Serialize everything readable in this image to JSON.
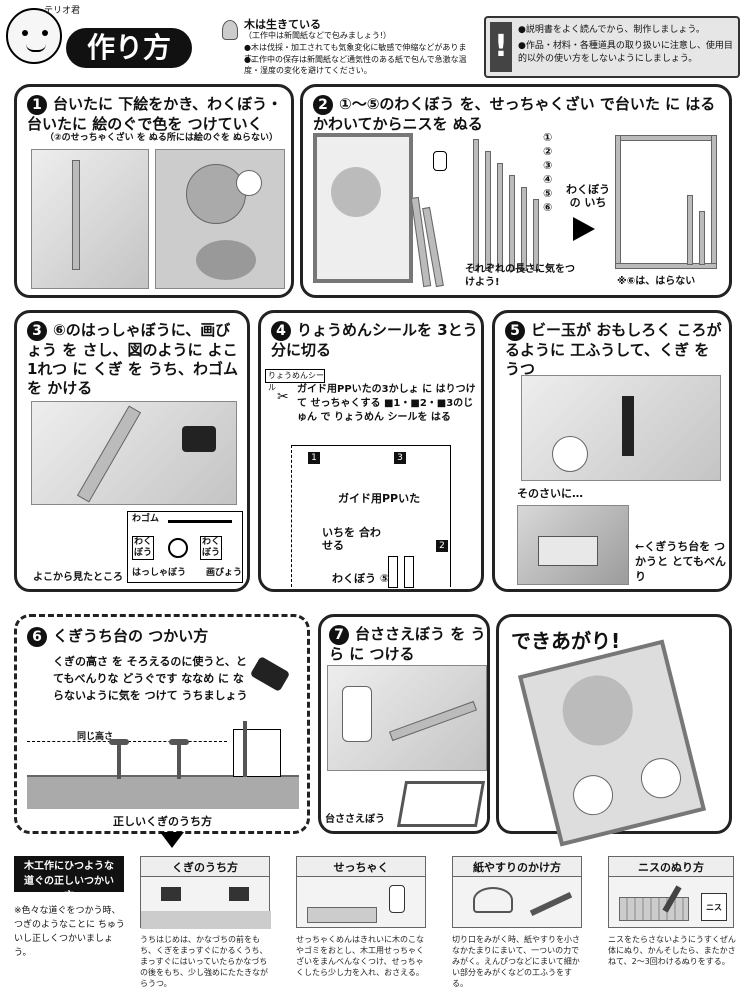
{
  "header": {
    "brand_tag": "テリオ君",
    "title": "作り方",
    "wood_title": "木は生きている",
    "wood_lines": [
      "（工作中は新聞紙などで包みましょう!）",
      "●木は伐採・加工されても気象変化に敏感で伸縮などがあります。",
      "●工作中の保存は新聞紙など通気性のある紙で包んで急激な温度・湿度の変化を避けてください。"
    ],
    "warning_lines": [
      "●説明書をよく読んでから、制作しましょう。",
      "●作品・材料・各種道具の取り扱いに注意し、使用目的以外の使い方をしないようにしましょう。"
    ]
  },
  "step1": {
    "num": "1",
    "title": "台いたに 下絵をかき、わくぼう・台いたに 絵のぐで色を つけていく",
    "note": "（②のせっちゃくざい を ぬる所には絵のぐを ぬらない）"
  },
  "step2": {
    "num": "2",
    "title": "①〜⑤のわくぼう を、せっちゃくざい で台いた に はる かわいてからニスを ぬる",
    "stick_labels": [
      "①",
      "②",
      "③",
      "④",
      "⑤",
      "⑥"
    ],
    "length_note": "それぞれの長さに気をつけよう!",
    "position_label": "わくぼう の いち",
    "footnote": "※⑥は、はらない"
  },
  "step3": {
    "num": "3",
    "title": "⑥のはっしゃぼうに、画びょう を さし、図のように よこ1れつ に くぎ を うち、わゴムを かける",
    "view_label": "よこから見たところ",
    "rubber_label": "わゴム",
    "frame_label": "わくぼう",
    "launcher_label": "はっしゃぼう",
    "pin_label": "画びょう"
  },
  "step4": {
    "num": "4",
    "title": "りょうめんシールを 3とう分に切る",
    "seal_label": "りょうめんシール",
    "instruction": "ガイド用PPいたの3かしょ に はりつけて せっちゃくする ■1・■2・■3のじゅん で りょうめん シールを はる",
    "marks": [
      "1",
      "3",
      "2"
    ],
    "guide_label": "ガイド用PPいた",
    "align_label": "いちを 合わせる",
    "frame_label": "わくぼう",
    "frame_num": "⑤"
  },
  "step5": {
    "num": "5",
    "title": "ビー玉が おもしろく ころがるように 工ふうして、くぎ を うつ",
    "sub_label": "そのさいに…",
    "tip": "←くぎうち台を つかうと とてもべんり"
  },
  "step6": {
    "num": "6",
    "title": "くぎうち台の つかい方",
    "body": "くぎの高さ を そろえるのに使うと、とてもべんりな どうぐです ななめ に ならないように気を つけて うちましょう",
    "same_height": "同じ高さ",
    "caption": "正しいくぎのうち方"
  },
  "step7": {
    "num": "7",
    "title": "台ささえぼう を うら に つける",
    "support_label": "台ささえぼう"
  },
  "done": {
    "title": "できあがり!"
  },
  "tools": {
    "heading": "木工作にひつような道ぐの正しいつかい方",
    "note": "※色々な道ぐをつかう時、つぎのようなことに ちゅういし正しくつかいましょう。",
    "items": [
      {
        "title": "くぎのうち方",
        "text": "うちはじめは、かなづちの前をもち、くぎをまっすぐにかるくうち、まっすぐにはいっていたらかなづちの後をもち、少し強めにたたきながらうつ。"
      },
      {
        "title": "せっちゃく",
        "text": "せっちゃくめんはきれいに木のこなやゴミをおとし、木工用せっちゃくざいをまんべんなくつけ、せっちゃくしたら少し力を入れ、おさえる。"
      },
      {
        "title": "紙やすりのかけ方",
        "text": "切り口をみがく時、紙やすりを小さなかたまりにまいて、一ついの力でみがく。えんぴつなどにまいて細かい部分をみがくなどの工ふうをする。"
      },
      {
        "title": "ニスのぬり方",
        "text": "ニスをたらさないようにうすくぜん体にぬり、かんそしたら、またかさねて、2〜3回わけるぬりをする。"
      }
    ],
    "nis_label": "ニス"
  }
}
